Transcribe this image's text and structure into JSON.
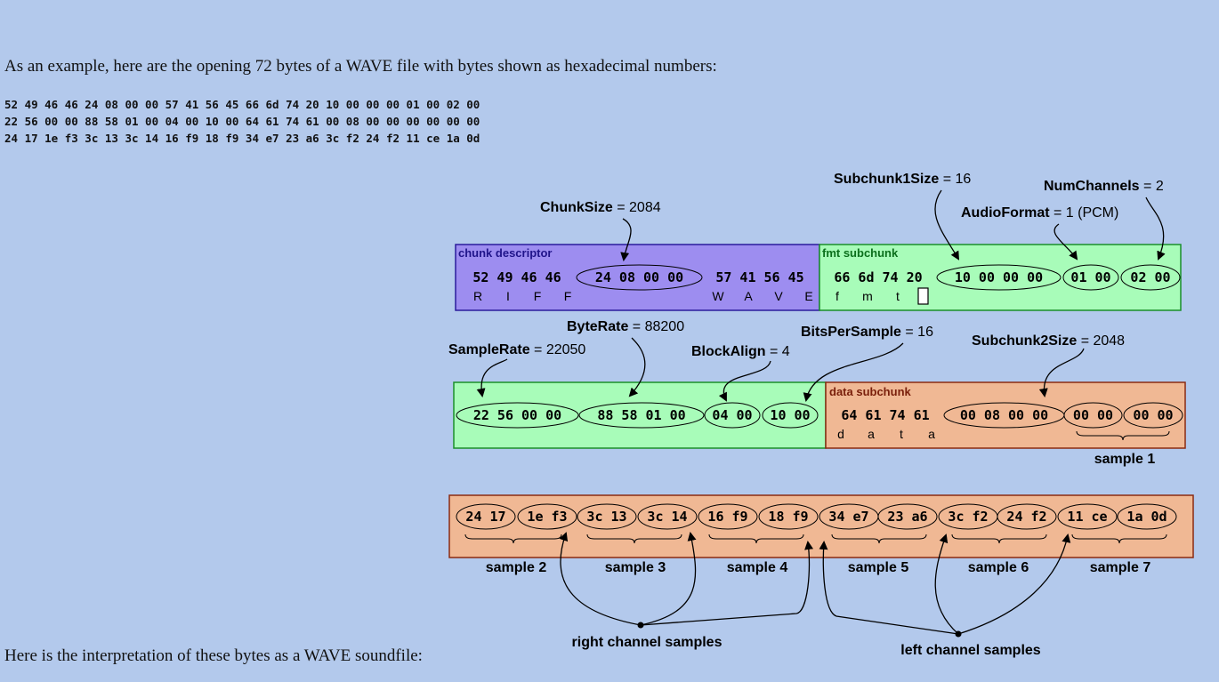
{
  "intro": "As an example, here are the opening 72 bytes of a WAVE file with bytes shown as hexadecimal numbers:",
  "hex_lines": [
    "52 49 46 46 24 08 00 00 57 41 56 45 66 6d 74 20 10 00 00 00 01 00 02 00",
    "22 56 00 00 88 58 01 00 04 00 10 00 64 61 74 61 00 08 00 00 00 00 00 00",
    "24 17 1e f3 3c 13 3c 14 16 f9 18 f9 34 e7 23 a6 3c f2 24 f2 11 ce 1a 0d"
  ],
  "outro": "Here is the interpretation of these bytes as a WAVE soundfile:",
  "colors": {
    "page_bg": "#b3c9ec",
    "descriptor_fill": "#9d8df0",
    "descriptor_border": "#2b1c9c",
    "fmt_fill": "#a8fcb9",
    "fmt_border": "#1a8f2a",
    "data_fill": "#f0b894",
    "data_border": "#8b2a12"
  },
  "diagram": {
    "row1": {
      "descriptor_title": "chunk descriptor",
      "fmt_title": "fmt subchunk",
      "bytes": [
        "52 49 46 46",
        "24 08 00 00",
        "57 41 56 45",
        "66 6d 74 20",
        "10 00 00 00",
        "01 00",
        "02 00"
      ],
      "ascii": [
        "R",
        "I",
        "F",
        "F",
        "W",
        "A",
        "V",
        "E",
        "f",
        "m",
        "t"
      ]
    },
    "row2": {
      "data_title": "data subchunk",
      "bytes": [
        "22 56 00 00",
        "88 58 01 00",
        "04 00",
        "10 00",
        "64 61 74 61",
        "00 08 00 00",
        "00 00",
        "00 00"
      ],
      "ascii": [
        "d",
        "a",
        "t",
        "a"
      ],
      "sample_label": "sample 1"
    },
    "row3": {
      "bytes": [
        "24 17",
        "1e f3",
        "3c 13",
        "3c 14",
        "16 f9",
        "18 f9",
        "34 e7",
        "23 a6",
        "3c f2",
        "24 f2",
        "11 ce",
        "1a 0d"
      ],
      "sample_labels": [
        "sample 2",
        "sample 3",
        "sample 4",
        "sample 5",
        "sample 6",
        "sample 7"
      ]
    },
    "fields": [
      {
        "name": "ChunkSize",
        "value": "2084"
      },
      {
        "name": "Subchunk1Size",
        "value": "16"
      },
      {
        "name": "NumChannels",
        "value": "2"
      },
      {
        "name": "AudioFormat",
        "value": "1 (PCM)"
      },
      {
        "name": "ByteRate",
        "value": "88200"
      },
      {
        "name": "SampleRate",
        "value": "22050"
      },
      {
        "name": "BlockAlign",
        "value": "4"
      },
      {
        "name": "BitsPerSample",
        "value": "16"
      },
      {
        "name": "Subchunk2Size",
        "value": "2048"
      }
    ],
    "right_channel_label": "right channel samples",
    "left_channel_label": "left channel samples"
  }
}
